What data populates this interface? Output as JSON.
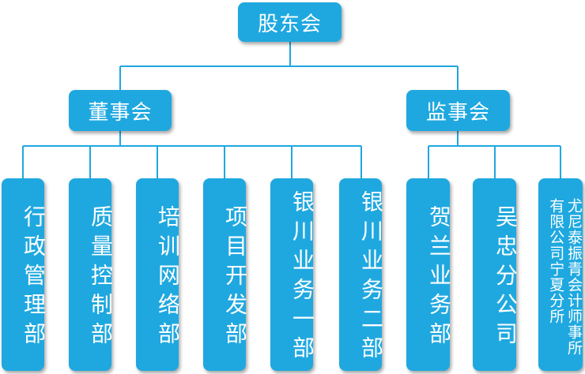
{
  "root": {
    "label": "股东会"
  },
  "level2": [
    {
      "label": "董事会"
    },
    {
      "label": "监事会"
    }
  ],
  "departments": [
    {
      "label": "行政管理部"
    },
    {
      "label": "质量控制部"
    },
    {
      "label": "培训网络部"
    },
    {
      "label": "项目开发部"
    },
    {
      "label": "银川业务一部"
    },
    {
      "label": "银川业务二部"
    },
    {
      "label": "贺兰业务部"
    },
    {
      "label": "吴忠分公司"
    },
    {
      "label": "尤尼泰振青会计师事所\n有限公司宁夏分所"
    }
  ],
  "colors": {
    "box": "#1fa8e0",
    "line": "#1fa8e0",
    "text": "#ffffff"
  }
}
